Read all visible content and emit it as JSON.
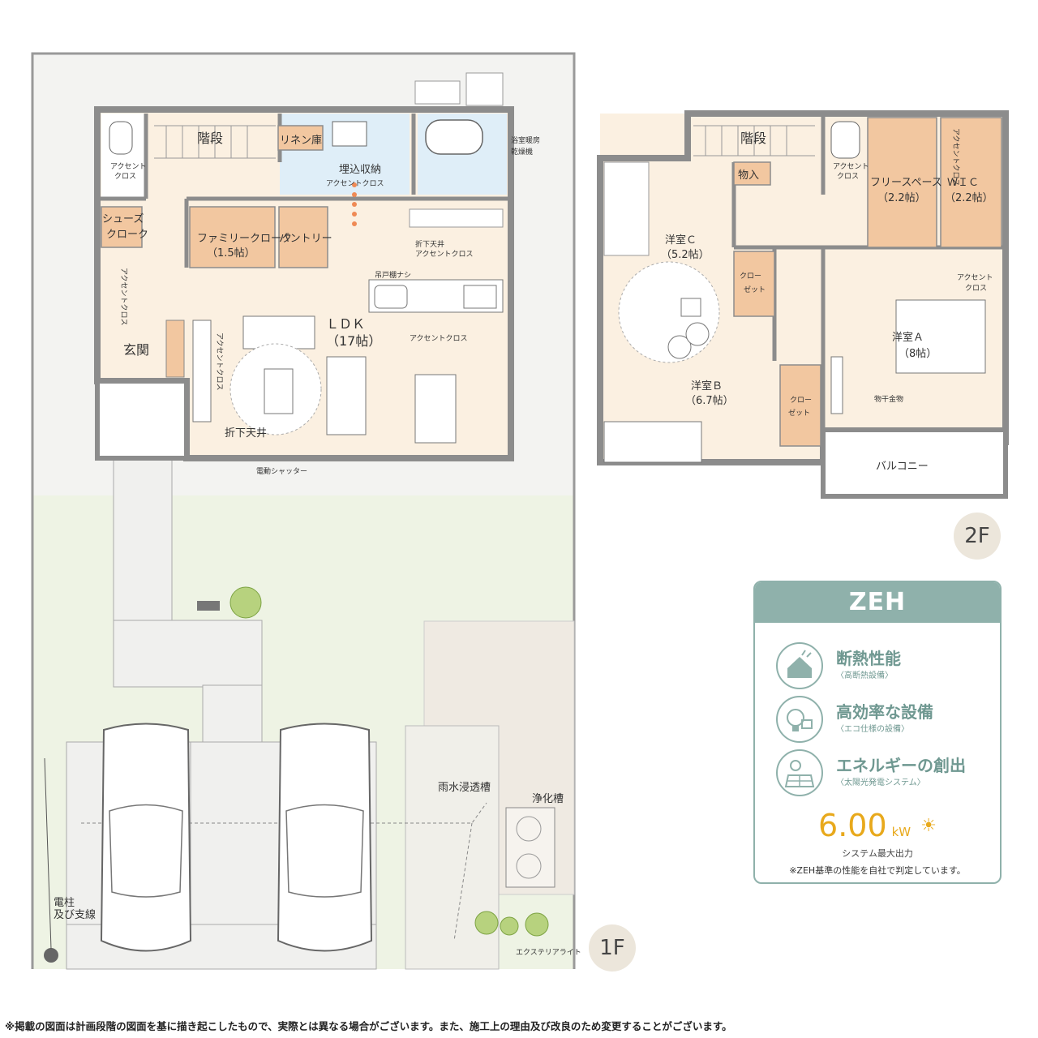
{
  "floor_1": {
    "badge": "1F",
    "rooms": {
      "stairs": "階段",
      "linen": "リネン庫",
      "builtin": "埋込収納",
      "accent_builtin": "アクセントクロス",
      "bath_heater": "浴室暖房",
      "bath_dryer": "乾燥機",
      "accent_toilet_1": "アクセント",
      "accent_toilet_2": "クロス",
      "shoes_1": "シューズ",
      "shoes_2": "クローク",
      "family_closet_1": "ファミリークローク",
      "family_closet_2": "（1.5帖）",
      "pantry": "パントリー",
      "ceiling_1": "折下天井",
      "ceiling_accent": "アクセントクロス",
      "hanging_shelf": "吊戸棚ナシ",
      "ldk_1": "ＬＤＫ",
      "ldk_2": "（17帖）",
      "accent_ldk": "アクセントクロス",
      "accent_hall": "アクセントクロス",
      "accent_tv": "アクセントクロス",
      "entrance": "玄関",
      "ceiling_2": "折下天井",
      "shutter": "電動シャッター"
    },
    "exterior": {
      "rain_tank": "雨水浸透槽",
      "septic": "浄化槽",
      "pole_1": "電柱",
      "pole_2": "及び支線",
      "light": "エクステリアライト"
    }
  },
  "floor_2": {
    "badge": "2F",
    "rooms": {
      "stairs": "階段",
      "storage": "物入",
      "accent_toilet_1": "アクセント",
      "accent_toilet_2": "クロス",
      "free_1": "フリースペース",
      "free_2": "（2.2帖）",
      "wic_1": "ＷＩＣ",
      "wic_2": "（2.2帖）",
      "accent_wic": "アクセントクロス",
      "room_c_1": "洋室Ｃ",
      "room_c_2": "（5.2帖）",
      "closet_1": "クロー",
      "closet_2": "ゼット",
      "accent_a_1": "アクセント",
      "accent_a_2": "クロス",
      "room_a_1": "洋室Ａ",
      "room_a_2": "（8帖）",
      "room_b_1": "洋室Ｂ",
      "room_b_2": "（6.7帖）",
      "closet_b_1": "クロー",
      "closet_b_2": "ゼット",
      "laundry": "物干金物",
      "balcony": "バルコニー"
    }
  },
  "zeh": {
    "title": "ZEH",
    "features": [
      {
        "icon": "insulation-icon",
        "title": "断熱性能",
        "sub": "〈高断熱設備〉"
      },
      {
        "icon": "eco-bulb-icon",
        "title": "高効率な設備",
        "sub": "〈エコ仕様の設備〉"
      },
      {
        "icon": "solar-panel-icon",
        "title": "エネルギーの創出",
        "sub": "〈太陽光発電システム〉"
      }
    ],
    "output_value": "6.00",
    "output_unit": "kW",
    "output_label": "システム最大出力",
    "note": "※ZEH基準の性能を自社で判定しています。"
  },
  "disclaimer": "※掲載の図面は計画段階の図面を基に描き起こしたもので、実際とは異なる場合がございます。また、施工上の理由及び改良のため変更することがございます。",
  "colors": {
    "floor": "#fbf0e1",
    "storage": "#f2c7a0",
    "wet_area": "#dfeef8",
    "lawn": "#eef3e4",
    "zeh_accent": "#8fb1ab",
    "solar_orange": "#e8a91c"
  }
}
